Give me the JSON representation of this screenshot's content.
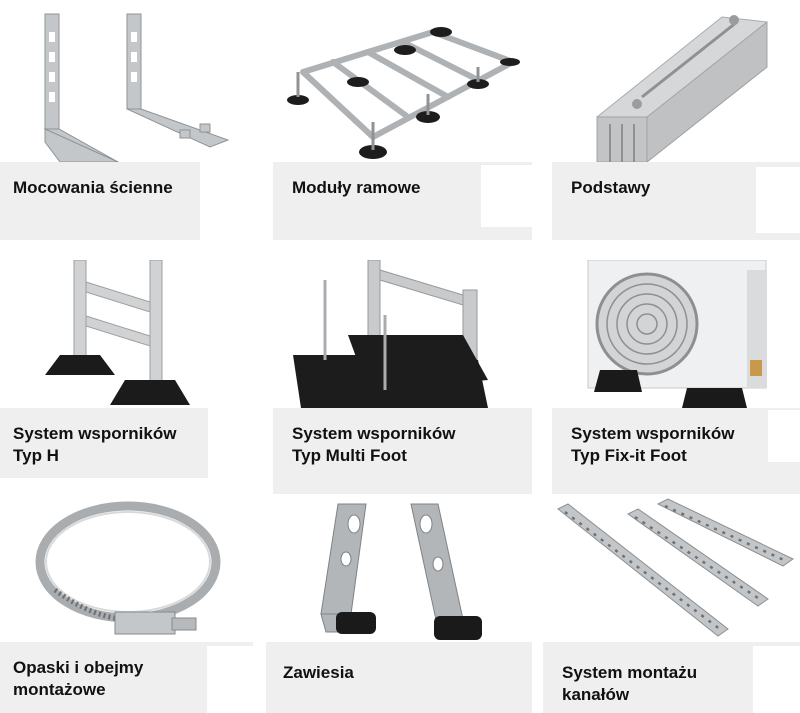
{
  "categories": [
    {
      "id": "wall-mounts",
      "label": "Mocowania ścienne"
    },
    {
      "id": "frame-modules",
      "label": "Moduły ramowe"
    },
    {
      "id": "bases",
      "label": "Podstawy"
    },
    {
      "id": "h-type",
      "label": "System wsporników\nTyp H"
    },
    {
      "id": "multi-foot",
      "label": "System wsporników\nTyp Multi Foot"
    },
    {
      "id": "fix-it-foot",
      "label": "System wsporników\nTyp Fix-it Foot"
    },
    {
      "id": "clamps",
      "label": "Opaski i obejmy\nmontażowe"
    },
    {
      "id": "hangers",
      "label": "Zawiesia"
    },
    {
      "id": "channel-mounting",
      "label": "System montażu\nkanałów"
    }
  ],
  "colors": {
    "label_bg": "#efefef",
    "label_text": "#111111",
    "metal": "#b9bcbe",
    "rubber": "#1d1d1d"
  }
}
